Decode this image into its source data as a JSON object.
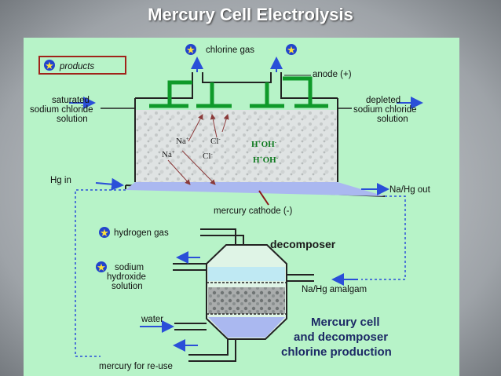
{
  "slide": {
    "title": "Mercury Cell Electrolysis"
  },
  "legend": {
    "label": "products"
  },
  "labels": {
    "chlorine": "chlorine gas",
    "anode": "anode (+)",
    "saturated": [
      "saturated",
      "sodium chloride",
      "solution"
    ],
    "depleted": [
      "depleted",
      "sodium chloride",
      "solution"
    ],
    "hg_in": "Hg in",
    "nahg_out": "Na/Hg out",
    "cathode": "mercury cathode (-)",
    "hydrogen": "hydrogen gas",
    "decomposer": "decomposer",
    "sodium_hydroxide": [
      "sodium",
      "hydroxide",
      "solution"
    ],
    "amalgam": "Na/Hg amalgam",
    "water": "water",
    "reuse": "mercury for re-use"
  },
  "ions": {
    "na": "Na",
    "cl": "Cl",
    "h": "H",
    "oh": "OH",
    "plus": "+",
    "minus": "-"
  },
  "caption": [
    "Mercury cell",
    "and decomposer",
    "chlorine production"
  ],
  "colors": {
    "panel": "#b7f3c8",
    "anode": "#0f9a2a",
    "mercury": "#aab8f0",
    "arrow": "#2a4fd8",
    "caption": "#1d2a66",
    "ion_green": "#0d7a1e",
    "ion_arrow": "#8b3a3a",
    "product_star": "#2244cc"
  },
  "icons": {
    "product": "star-icon",
    "arrow": "right-arrow-icon"
  }
}
